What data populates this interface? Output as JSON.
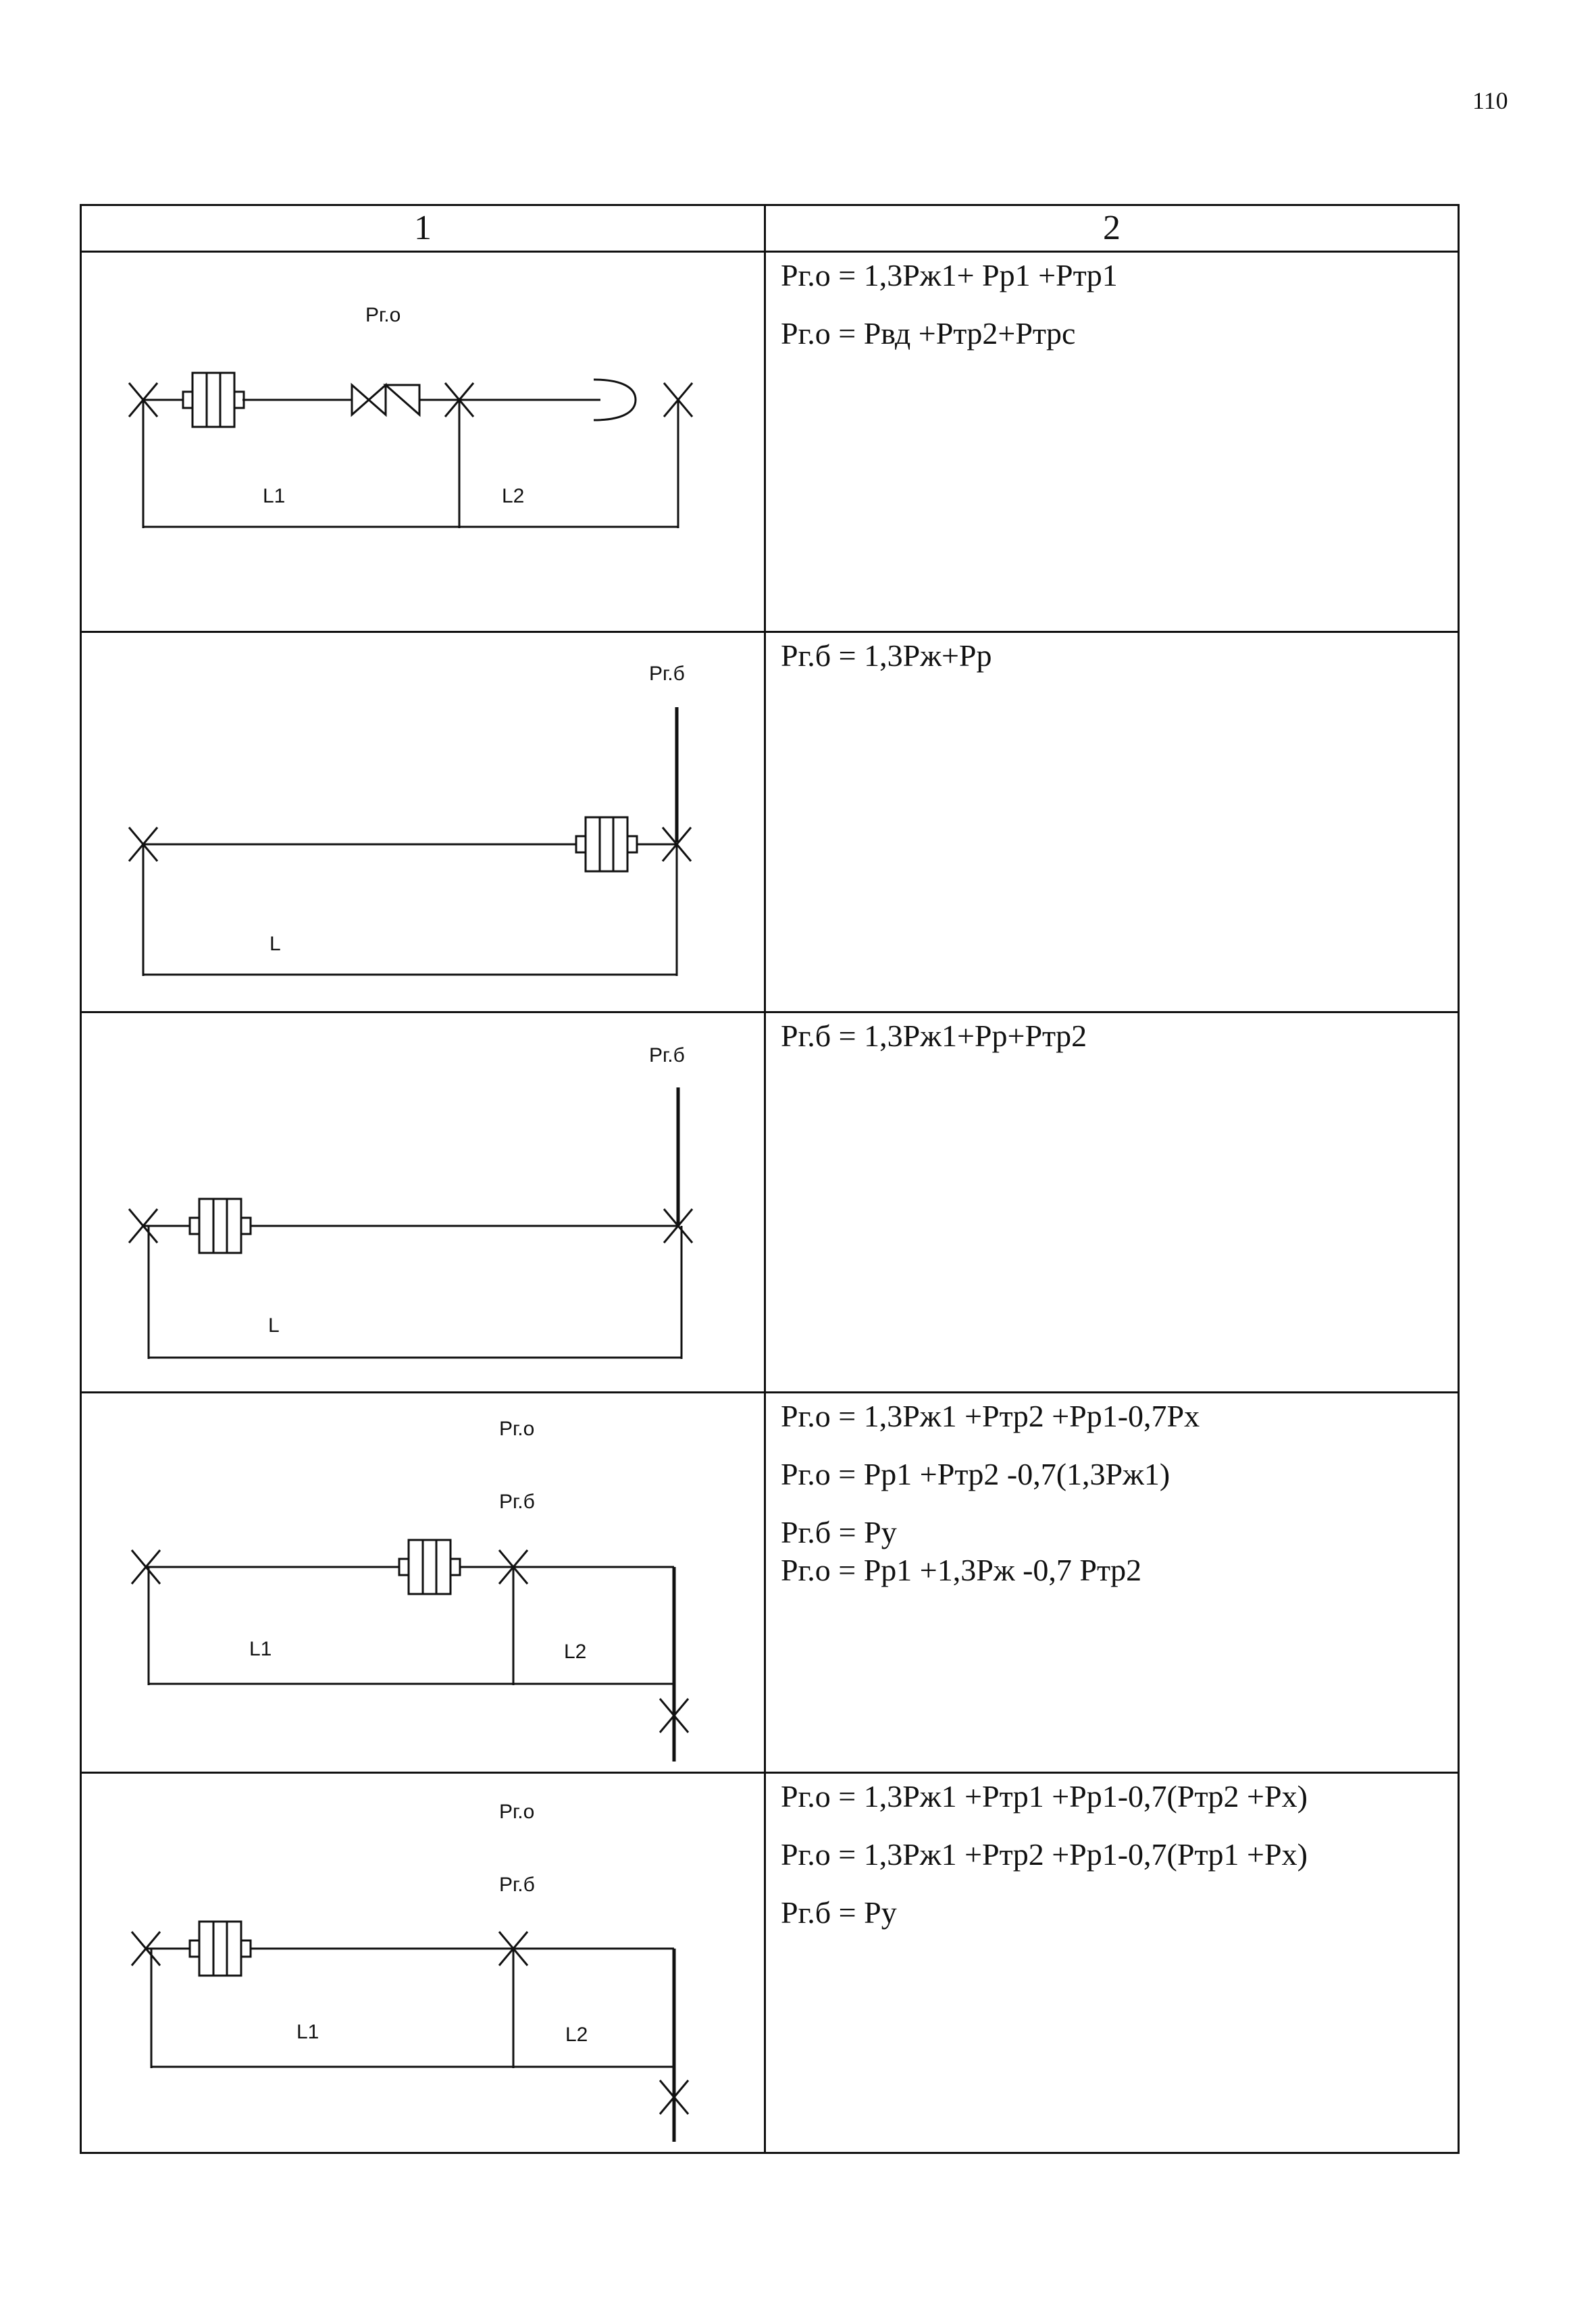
{
  "page_number": "110",
  "table": {
    "headers": [
      "1",
      "2"
    ],
    "rows": [
      {
        "labels": {
          "p1": "Pг.о",
          "l1": "L1",
          "l2": "L2"
        },
        "formulas": [
          "Pг.о = 1,3Pж1+ Pp1 +Pтp1",
          "Pг.о = Pвд +Pтp2+Pтpc"
        ]
      },
      {
        "labels": {
          "p1": "Pг.б",
          "l": "L"
        },
        "formulas": [
          "Pг.б = 1,3Pж+Pp"
        ]
      },
      {
        "labels": {
          "p1": "Pг.б",
          "l": "L"
        },
        "formulas": [
          "Pг.б = 1,3Pж1+Pp+Pтp2"
        ]
      },
      {
        "labels": {
          "p1": "Pг.о",
          "p2": "Pг.б",
          "l1": "L1",
          "l2": "L2"
        },
        "formulas": [
          "Pг.о = 1,3Pж1 +Pтp2 +Pp1-0,7Px",
          "Pг.о = Pp1 +Pтp2  -0,7(1,3Pж1)",
          "Pг.б = Py",
          "Pг.о = Pp1 +1,3Pж  -0,7 Pтp2"
        ]
      },
      {
        "labels": {
          "p1": "Pг.о",
          "p2": "Pг.б",
          "l1": "L1",
          "l2": "L2"
        },
        "formulas": [
          "Pг.о = 1,3Pж1 +Pтp1 +Pp1-0,7(Pтp2 +Px)",
          "Pг.о = 1,3Pж1 +Pтp2 +Pp1-0,7(Pтp1 +Px)",
          "Pг.б = Py"
        ]
      }
    ]
  }
}
